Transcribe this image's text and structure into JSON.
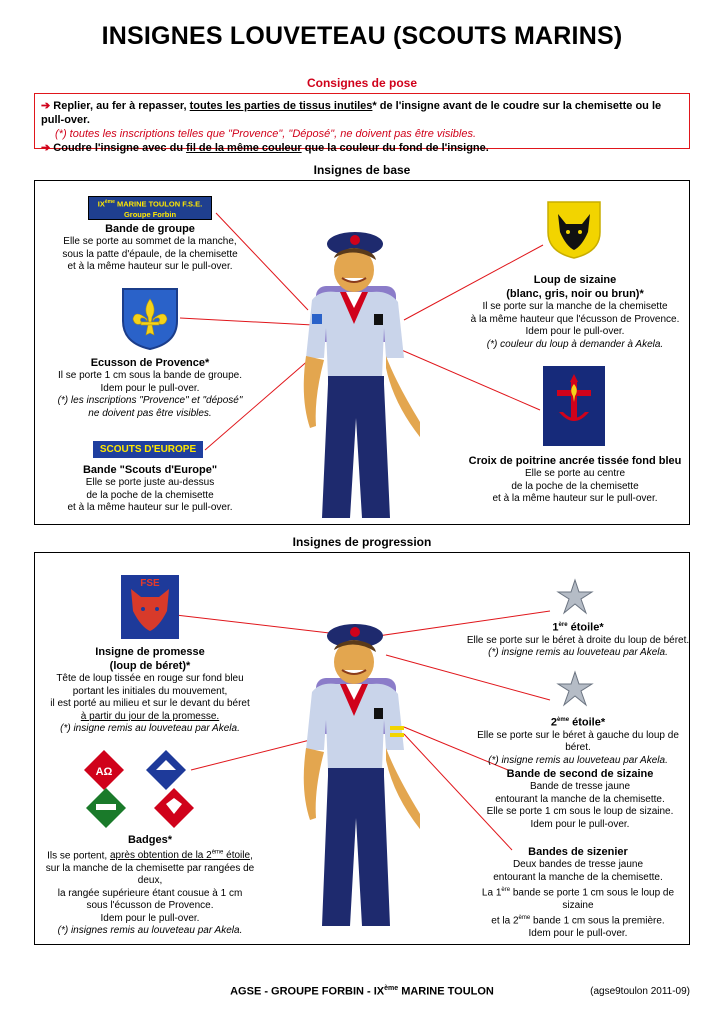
{
  "title": "INSIGNES LOUVETEAU (SCOUTS MARINS)",
  "consignes": {
    "heading": "Consignes de pose",
    "line1_a": "Replier, au fer à repasser, ",
    "line1_u": "toutes les parties de tissus inutiles",
    "line1_b": "* de l'insigne avant de le coudre sur la chemisette ou le pull-over.",
    "line2": "(*) toutes les inscriptions telles que \"Provence\", \"Déposé\", ne doivent pas être visibles.",
    "line3_a": "Coudre l'insigne avec du ",
    "line3_u": "fil de la même couleur",
    "line3_b": " que la couleur du fond de l'insigne."
  },
  "base": {
    "heading": "Insignes de base",
    "bande_groupe": {
      "badge_line1_pre": "IX",
      "badge_line1_sup": "ème",
      "badge_line1_post": " MARINE TOULON F.S.E.",
      "badge_line2": "Groupe Forbin",
      "title": "Bande de groupe",
      "l1": "Elle se porte au sommet de la manche,",
      "l2": "sous la patte d'épaule, de la chemisette",
      "l3": "et à la même hauteur sur le pull-over."
    },
    "ecusson": {
      "title": "Ecusson de Provence*",
      "l1": "Il se porte 1 cm sous la bande de groupe.",
      "l2": "Idem pour le pull-over.",
      "l3": "(*) les inscriptions \"Provence\" et \"déposé\"",
      "l4": "ne doivent pas être visibles."
    },
    "scouts_europe": {
      "badge": "SCOUTS D'EUROPE",
      "title": "Bande \"Scouts d'Europe\"",
      "l1": "Elle se porte juste au-dessus",
      "l2": "de la poche de la chemisette",
      "l3": "et à la même hauteur sur le pull-over."
    },
    "loup": {
      "title1": "Loup de sizaine",
      "title2": "(blanc, gris, noir ou brun)*",
      "l1": "Il se porte sur la manche de la chemisette",
      "l2": "à la même hauteur que l'écusson de Provence.",
      "l3": "Idem pour le pull-over.",
      "l4": "(*) couleur du loup à demander à Akela."
    },
    "croix": {
      "title": "Croix de poitrine ancrée tissée fond bleu",
      "l1": "Elle se porte au centre",
      "l2": "de la poche de la chemisette",
      "l3": "et à la même hauteur sur le pull-over."
    }
  },
  "progression": {
    "heading": "Insignes de progression",
    "promesse": {
      "badge_text": "FSE",
      "title1": "Insigne de promesse",
      "title2": "(loup de béret)*",
      "l1": "Tête de loup tissée en rouge sur fond bleu",
      "l2": "portant les initiales du mouvement,",
      "l3": "il est porté au milieu et sur le devant du béret",
      "l4": "à partir du jour de la promesse.",
      "l5": "(*) insigne remis au louveteau par Akela."
    },
    "badges": {
      "title": "Badges*",
      "l1_a": "Ils se portent, ",
      "l1_u": "après obtention de la 2",
      "l1_sup": "ème",
      "l1_u2": " étoile",
      "l1_b": ",",
      "l2": "sur la manche de la chemisette par rangées de deux,",
      "l3": "la rangée supérieure étant cousue à 1 cm",
      "l4": "sous l'écusson de Provence.",
      "l5": "Idem pour le pull-over.",
      "l6": "(*) insignes remis au louveteau par Akela.",
      "badge1_text": "ΑΩ"
    },
    "etoile1": {
      "title_pre": "1",
      "title_sup": "ère",
      "title_post": " étoile*",
      "l1": "Elle se porte sur le béret à droite du loup de béret.",
      "l2": "(*) insigne remis au louveteau par Akela."
    },
    "etoile2": {
      "title_pre": "2",
      "title_sup": "ème",
      "title_post": " étoile*",
      "l1": "Elle se porte sur le béret à gauche du loup de béret.",
      "l2": "(*) insigne remis au louveteau par Akela."
    },
    "second": {
      "title": "Bande de second de sizaine",
      "l1": "Bande de tresse jaune",
      "l2": "entourant la manche de la chemisette.",
      "l3": "Elle se porte 1 cm sous le loup de sizaine.",
      "l4": "Idem pour le pull-over."
    },
    "sizenier": {
      "title": "Bandes de sizenier",
      "l1": "Deux bandes de tresse jaune",
      "l2": "entourant la manche de la chemisette.",
      "l3_pre": "La 1",
      "l3_sup": "ère",
      "l3_post": " bande se porte 1 cm sous le loup de sizaine",
      "l4_pre": "et la 2",
      "l4_sup": "ème",
      "l4_post": " bande 1 cm sous la première.",
      "l5": "Idem pour le pull-over."
    }
  },
  "footer": {
    "text_pre": "AGSE - GROUPE FORBIN - IX",
    "text_sup": "ème",
    "text_post": " MARINE TOULON",
    "ref": "(agse9toulon 2011-09)"
  },
  "colors": {
    "red": "#d0021b",
    "navy": "#1e2a6e",
    "blue_badge": "#1f5bbd",
    "yellow": "#f2d400"
  }
}
